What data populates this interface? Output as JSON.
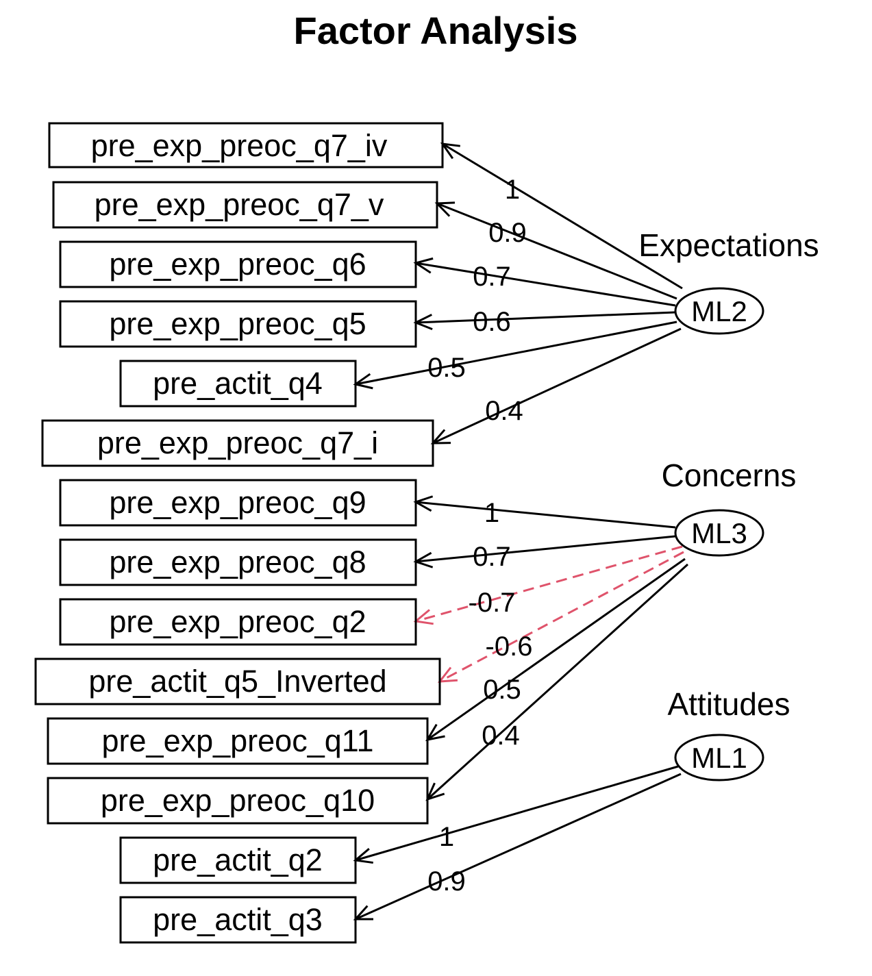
{
  "title": "Factor Analysis",
  "colors": {
    "positive": "#000000",
    "negative": "#df536b"
  },
  "factors": [
    {
      "id": "ML2",
      "name": "Expectations"
    },
    {
      "id": "ML3",
      "name": "Concerns"
    },
    {
      "id": "ML1",
      "name": "Attitudes"
    }
  ],
  "variables": [
    {
      "id": "v1",
      "label": "pre_exp_preoc_q7_iv"
    },
    {
      "id": "v2",
      "label": "pre_exp_preoc_q7_v"
    },
    {
      "id": "v3",
      "label": "pre_exp_preoc_q6"
    },
    {
      "id": "v4",
      "label": "pre_exp_preoc_q5"
    },
    {
      "id": "v5",
      "label": "pre_actit_q4"
    },
    {
      "id": "v6",
      "label": "pre_exp_preoc_q7_i"
    },
    {
      "id": "v7",
      "label": "pre_exp_preoc_q9"
    },
    {
      "id": "v8",
      "label": "pre_exp_preoc_q8"
    },
    {
      "id": "v9",
      "label": "pre_exp_preoc_q2"
    },
    {
      "id": "v10",
      "label": "pre_actit_q5_Inverted"
    },
    {
      "id": "v11",
      "label": "pre_exp_preoc_q11"
    },
    {
      "id": "v12",
      "label": "pre_exp_preoc_q10"
    },
    {
      "id": "v13",
      "label": "pre_actit_q2"
    },
    {
      "id": "v14",
      "label": "pre_actit_q3"
    }
  ],
  "loadings": [
    {
      "factor": "ML2",
      "variable": "v1",
      "value": 1,
      "label": "1"
    },
    {
      "factor": "ML2",
      "variable": "v2",
      "value": 0.9,
      "label": "0.9"
    },
    {
      "factor": "ML2",
      "variable": "v3",
      "value": 0.7,
      "label": "0.7"
    },
    {
      "factor": "ML2",
      "variable": "v4",
      "value": 0.6,
      "label": "0.6"
    },
    {
      "factor": "ML2",
      "variable": "v5",
      "value": 0.5,
      "label": "0.5"
    },
    {
      "factor": "ML2",
      "variable": "v6",
      "value": 0.4,
      "label": "0.4"
    },
    {
      "factor": "ML3",
      "variable": "v7",
      "value": 1,
      "label": "1"
    },
    {
      "factor": "ML3",
      "variable": "v8",
      "value": 0.7,
      "label": "0.7"
    },
    {
      "factor": "ML3",
      "variable": "v9",
      "value": -0.7,
      "label": "-0.7"
    },
    {
      "factor": "ML3",
      "variable": "v10",
      "value": -0.6,
      "label": "-0.6"
    },
    {
      "factor": "ML3",
      "variable": "v11",
      "value": 0.5,
      "label": "0.5"
    },
    {
      "factor": "ML3",
      "variable": "v12",
      "value": 0.4,
      "label": "0.4"
    },
    {
      "factor": "ML1",
      "variable": "v13",
      "value": 1,
      "label": "1"
    },
    {
      "factor": "ML1",
      "variable": "v14",
      "value": 0.9,
      "label": "0.9"
    }
  ]
}
